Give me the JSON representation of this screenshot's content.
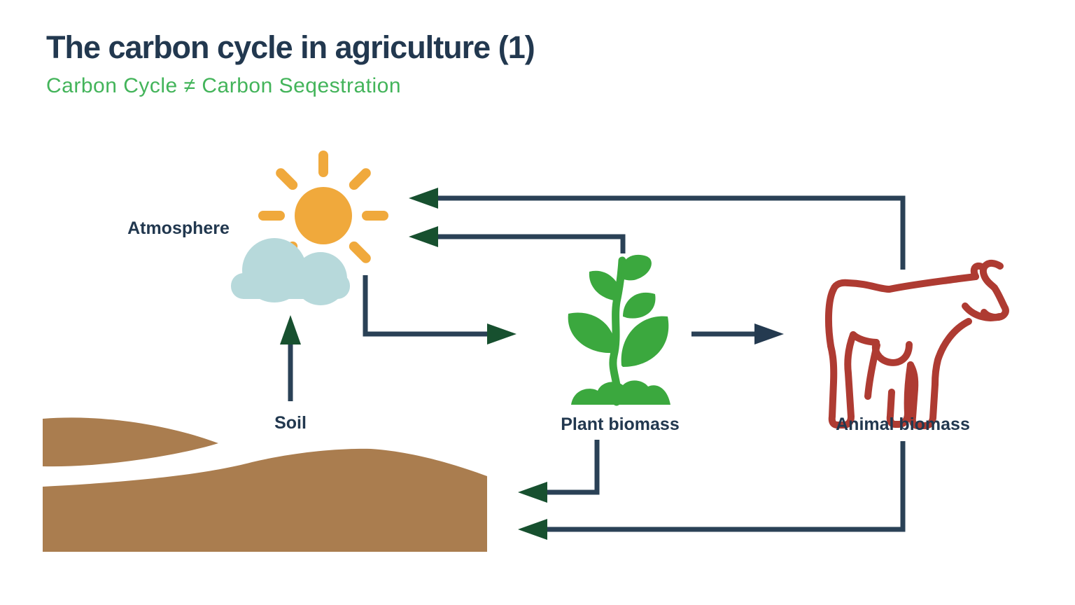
{
  "slide": {
    "title": "The carbon cycle in agriculture (1)",
    "subtitle": "Carbon Cycle ≠ Carbon Seqestration"
  },
  "nodes": {
    "atmosphere": {
      "label": "Atmosphere",
      "icon": "sun-cloud-icon"
    },
    "soil": {
      "label": "Soil",
      "icon": "soil-mound-icon"
    },
    "plant": {
      "label": "Plant biomass",
      "icon": "seedling-icon"
    },
    "animal": {
      "label": "Animal biomass",
      "icon": "cow-icon"
    }
  },
  "flows": [
    {
      "from": "Animal biomass",
      "to": "Atmosphere",
      "arrowhead": "green"
    },
    {
      "from": "Plant biomass",
      "to": "Atmosphere",
      "arrowhead": "green"
    },
    {
      "from": "Soil",
      "to": "Atmosphere",
      "arrowhead": "green"
    },
    {
      "from": "Atmosphere",
      "to": "Plant biomass",
      "arrowhead": "green"
    },
    {
      "from": "Plant biomass",
      "to": "Animal biomass",
      "arrowhead": "navy"
    },
    {
      "from": "Plant biomass",
      "to": "Soil",
      "arrowhead": "green"
    },
    {
      "from": "Animal biomass",
      "to": "Soil",
      "arrowhead": "green"
    }
  ],
  "colors": {
    "title": "#22384F",
    "subtitle": "#43B45A",
    "label": "#22384F",
    "arrow_shaft": "#2A4156",
    "arrowhead_green": "#17502F",
    "arrowhead_navy": "#243A50",
    "sun": "#F0A93C",
    "cloud": "#B7D9DB",
    "plant": "#3BA83E",
    "cow": "#AE3B32",
    "soil": "#AA7D4F"
  }
}
